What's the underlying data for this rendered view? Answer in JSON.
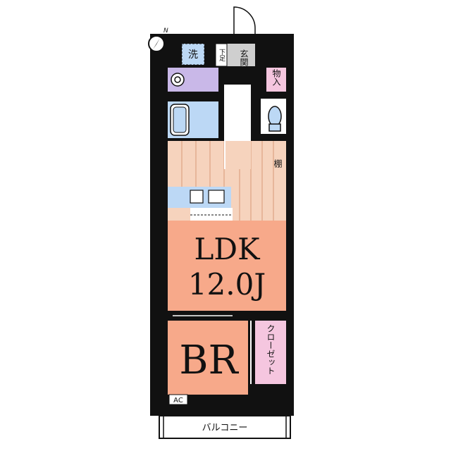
{
  "rooms": {
    "ldk": {
      "name": "LDK",
      "size": "12.0J"
    },
    "br": {
      "name": "BR"
    }
  },
  "labels": {
    "washer": "洗",
    "shoe_box": "下足",
    "entrance": "玄関",
    "storage": "物入",
    "shelf": "棚",
    "closet": "クローゼット",
    "ac": "AC",
    "balcony": "バルコニー",
    "north": "N"
  },
  "colors": {
    "wall": "#111111",
    "ldk": "#f7a98a",
    "br": "#f7a98a",
    "floor_stripe": "#f6d3bd",
    "wet_area": "#c9b8e8",
    "bath": "#bcd8f5",
    "kitchen": "#bcd8f5",
    "storage_pink": "#f5c6df",
    "entrance_gray": "#cfcfcf",
    "balcony": "#ffffff"
  }
}
